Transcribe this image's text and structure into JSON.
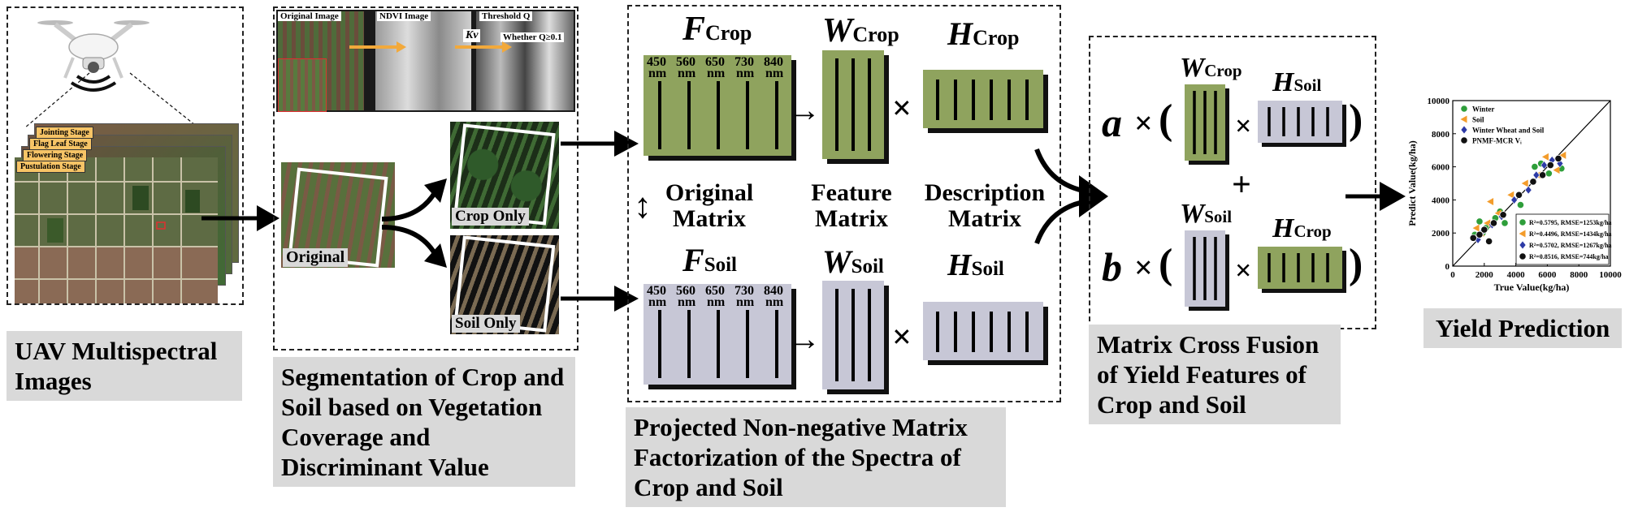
{
  "uav": {
    "stages": [
      "Jointing Stage",
      "Flag Leaf Stage",
      "Flowering Stage",
      "Pustulation Stage"
    ],
    "caption": "UAV Multispectral Images"
  },
  "segmentation": {
    "top_labels": {
      "original": "Original Image",
      "ndvi": "NDVI Image",
      "threshold": "Threshold Q",
      "kv": "Kᴠ",
      "whether": "Whether Q≥0.1"
    },
    "original_label": "Original",
    "crop_only": "Crop Only",
    "soil_only": "Soil Only",
    "caption": "Segmentation of Crop and Soil based on Vegetation Coverage and Discriminant Value"
  },
  "pnmf": {
    "f_crop": {
      "main": "F",
      "sub": "Crop"
    },
    "w_crop": {
      "main": "W",
      "sub": "Crop"
    },
    "h_crop": {
      "main": "H",
      "sub": "Crop"
    },
    "f_soil": {
      "main": "F",
      "sub": "Soil"
    },
    "w_soil": {
      "main": "W",
      "sub": "Soil"
    },
    "h_soil": {
      "main": "H",
      "sub": "Soil"
    },
    "wavelengths": [
      "450",
      "560",
      "650",
      "730",
      "840"
    ],
    "unit": "nm",
    "original_matrix": "Original Matrix",
    "feature_matrix": "Feature Matrix",
    "description_matrix": "Description Matrix",
    "caption": "Projected Non-negative Matrix Factorization of the Spectra of Crop and Soil"
  },
  "fusion": {
    "a": "a",
    "b": "b",
    "times": "×",
    "plus": "+",
    "open_paren": "(",
    "close_paren": ")",
    "w_crop": {
      "main": "W",
      "sub": "Crop"
    },
    "h_soil": {
      "main": "H",
      "sub": "Soil"
    },
    "w_soil": {
      "main": "W",
      "sub": "Soil"
    },
    "h_crop": {
      "main": "H",
      "sub": "Crop"
    },
    "caption": "Matrix Cross Fusion of Yield Features of Crop and Soil"
  },
  "yield": {
    "caption": "Yield Prediction"
  },
  "colors": {
    "crop_green": "#8fa35e",
    "soil_gray": "#c7c7d6",
    "caption_bg": "#d9d9d9",
    "arrow_orange": "#f2a93b"
  },
  "chart_data": {
    "type": "scatter",
    "xlabel": "True Value(kg/ha)",
    "ylabel": "Predict Value(kg/ha)",
    "xlim": [
      0,
      10000
    ],
    "ylim": [
      0,
      10000
    ],
    "xticks": [
      "0",
      "2000",
      "4000",
      "6000",
      "8000",
      "10000"
    ],
    "yticks": [
      "0",
      "2000",
      "4000",
      "6000",
      "8000",
      "10000"
    ],
    "legend_position": "top-left",
    "series": [
      {
        "name": "Winter",
        "color": "#2e9e3a",
        "marker": "circle",
        "x": [
          1400,
          1700,
          2100,
          2700,
          3300,
          4300,
          5200,
          5600,
          6100,
          6900,
          1900,
          3000
        ],
        "y": [
          1900,
          2700,
          2300,
          2900,
          2600,
          3700,
          6000,
          6200,
          5600,
          5900,
          2000,
          3300
        ]
      },
      {
        "name": "Soil",
        "color": "#f39c2b",
        "marker": "triangle",
        "x": [
          1500,
          1800,
          2200,
          2900,
          3700,
          4600,
          5400,
          5900,
          6600,
          7000,
          2400
        ],
        "y": [
          2300,
          2000,
          2600,
          3200,
          4300,
          5000,
          5500,
          6600,
          5800,
          6700,
          3900
        ]
      },
      {
        "name": "Winter Wheat and Soil",
        "color": "#2d3aa6",
        "marker": "diamond",
        "x": [
          1600,
          1900,
          2500,
          3100,
          3900,
          4800,
          5300,
          5800,
          6300,
          6800
        ],
        "y": [
          1600,
          2100,
          2500,
          3000,
          4000,
          4600,
          5500,
          6100,
          6400,
          6200
        ]
      },
      {
        "name": "PNMF-MCR Vᵢ",
        "color": "#111111",
        "marker": "circle",
        "x": [
          1300,
          1700,
          2000,
          2600,
          3200,
          4200,
          5100,
          5700,
          6200,
          6700,
          2300
        ],
        "y": [
          1700,
          1900,
          2200,
          2600,
          3100,
          4300,
          5100,
          5500,
          6100,
          6500,
          1500
        ]
      }
    ],
    "stats": [
      "R²=0.5795, RMSE=1253kg/ha",
      "R²=0.4496, RMSE=1434kg/ha",
      "R²=0.5702, RMSE=1267kg/ha",
      "R²=0.8516, RMSE=744kg/ha"
    ]
  }
}
